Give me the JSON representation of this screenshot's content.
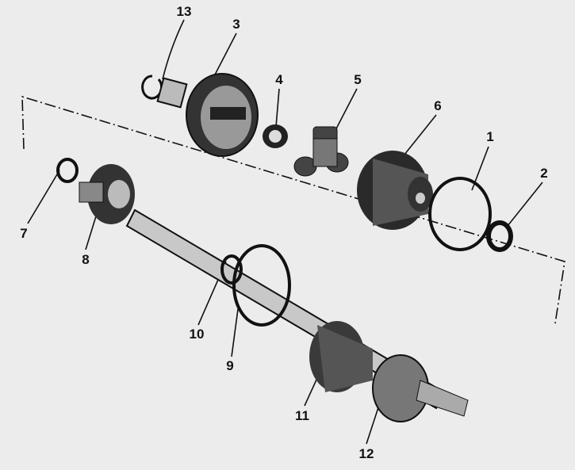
{
  "diagram": {
    "type": "exploded-view",
    "callouts": [
      "13",
      "3",
      "4",
      "5",
      "6",
      "1",
      "2",
      "7",
      "8",
      "10",
      "9",
      "11",
      "12"
    ]
  }
}
